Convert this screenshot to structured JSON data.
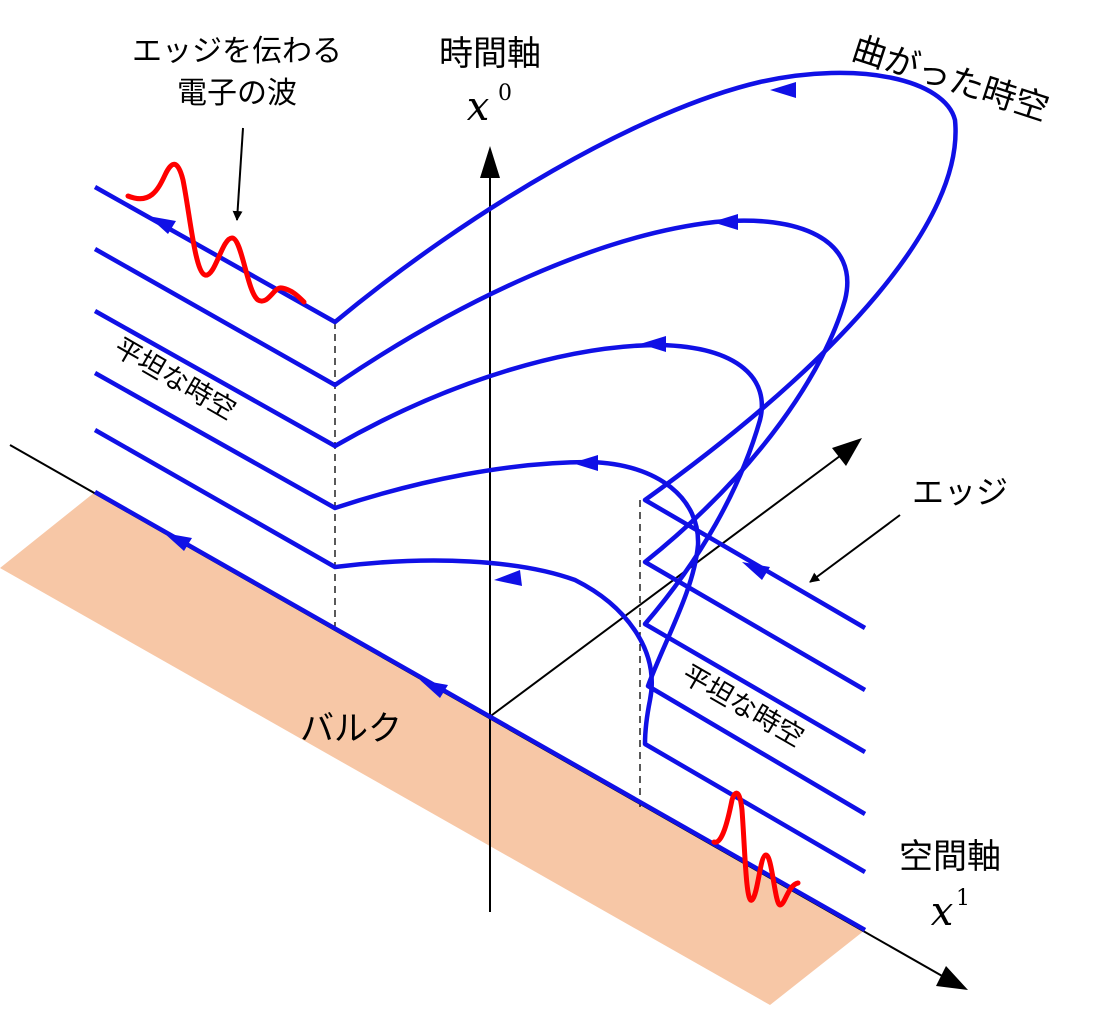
{
  "colors": {
    "line": "#1010e6",
    "wave": "#ff0000",
    "bulk_fill": "#f7c7a6",
    "axis": "#000000"
  },
  "labels": {
    "time_axis": "時間軸",
    "time_var": "x",
    "time_sup": "0",
    "space_axis": "空間軸",
    "space_var": "x",
    "space_sup": "1",
    "wave_line1": "エッジを伝わる",
    "wave_line2": "電子の波",
    "flat_left": "平坦な時空",
    "flat_right": "平坦な時空",
    "edge": "エッジ",
    "curved": "曲がった時空",
    "bulk": "バルク"
  }
}
